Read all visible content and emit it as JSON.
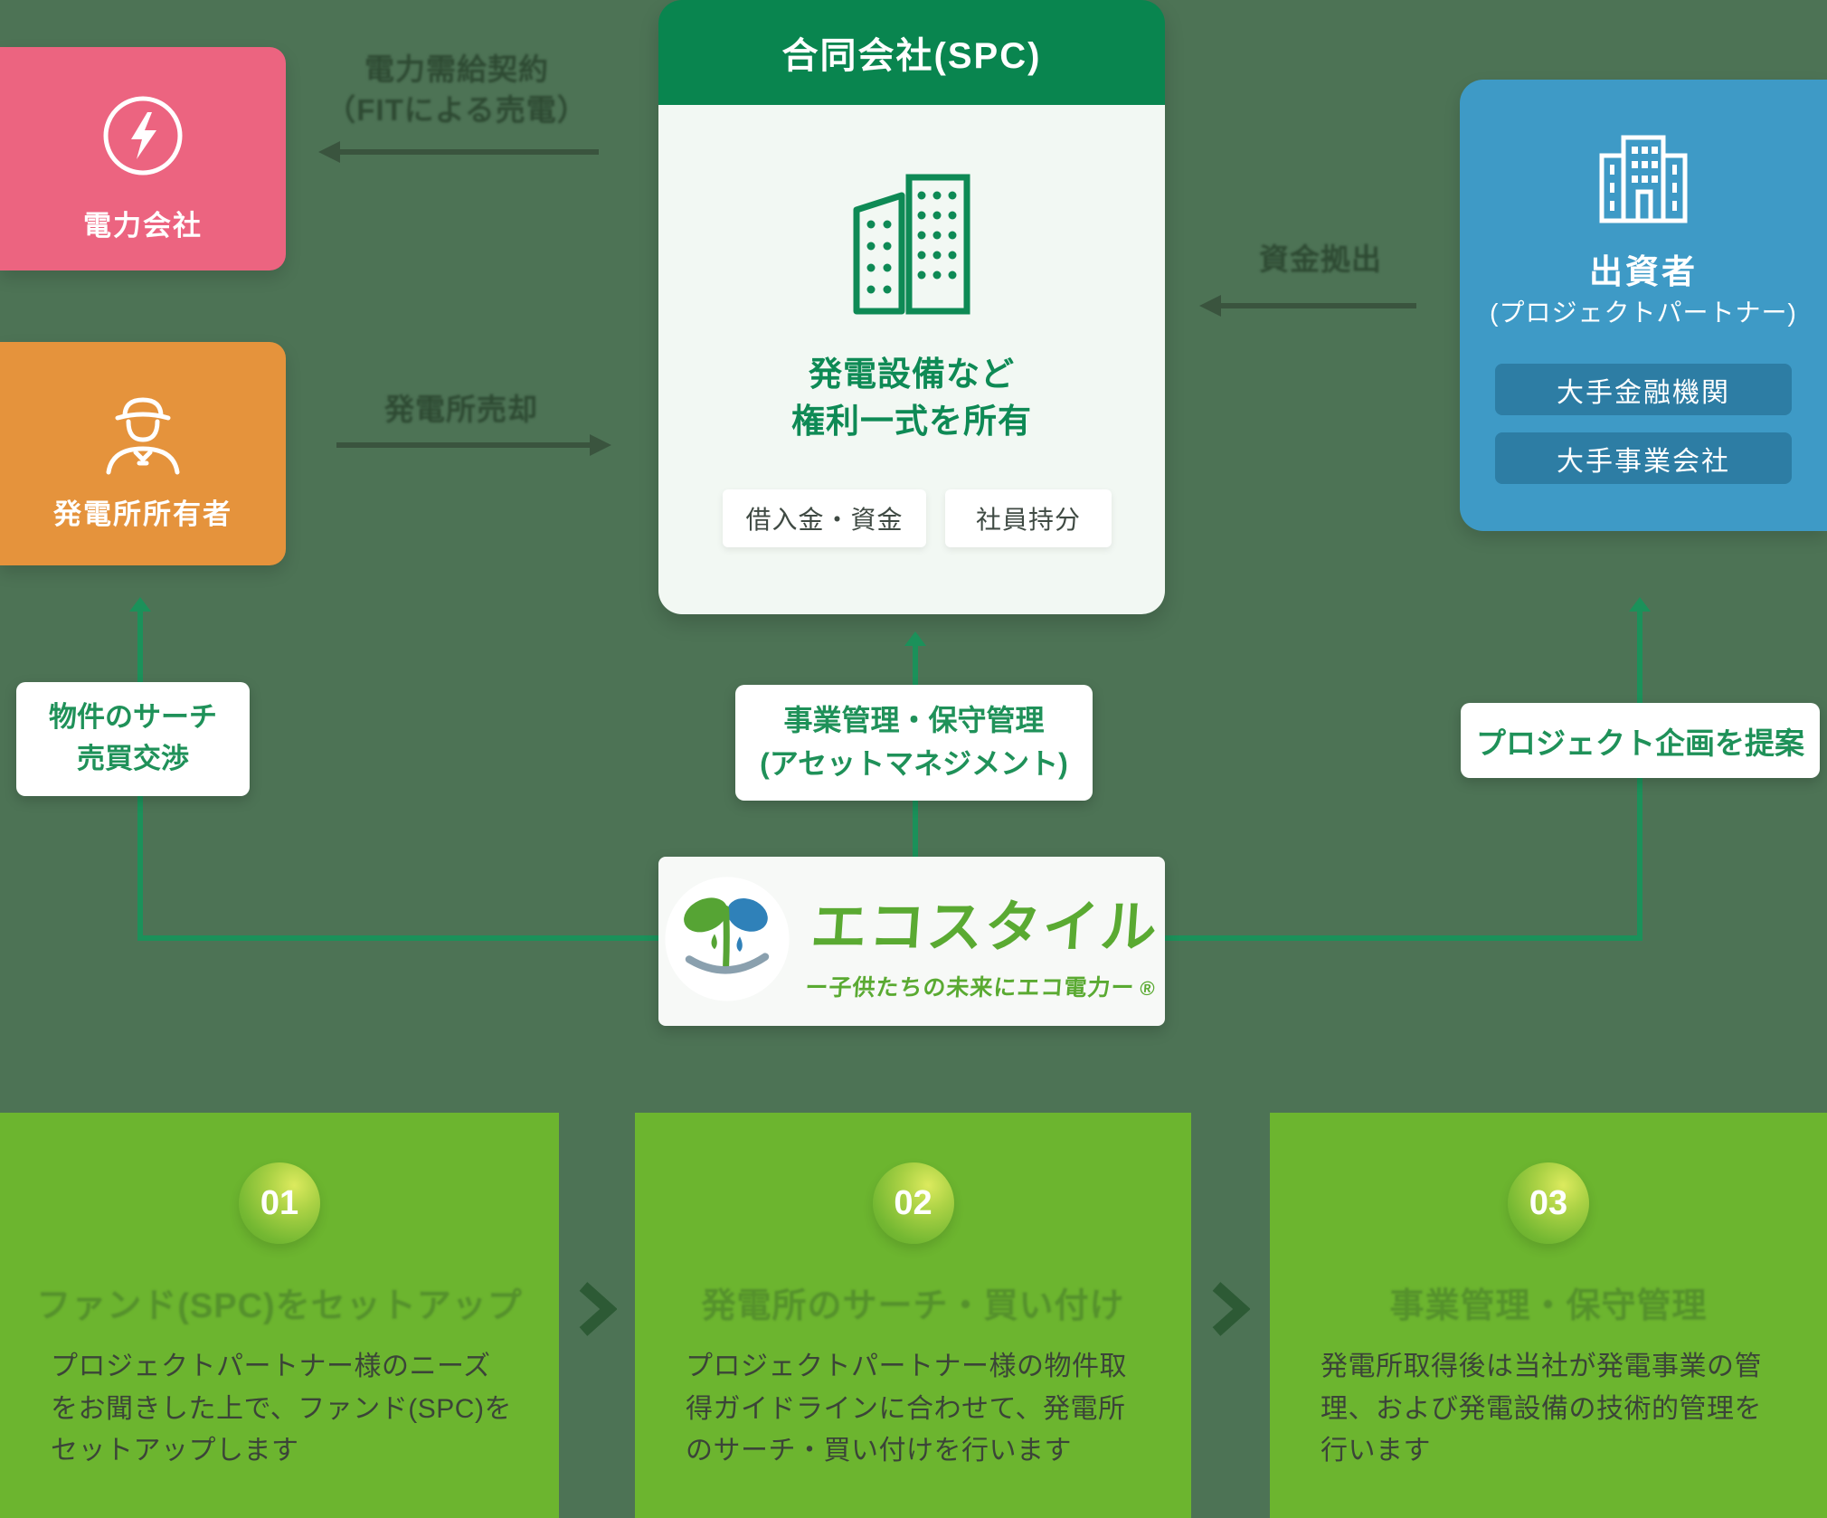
{
  "colors": {
    "page_bg": "#4d7355",
    "power_company_bg": "#ec6480",
    "plant_owner_bg": "#e5933c",
    "spc_header_bg": "#09854f",
    "spc_body_bg": "#f2f8f3",
    "spc_text_green": "#0e8a55",
    "investor_bg": "#3e9ac6",
    "investor_item_bg": "#2d7da4",
    "connector_green": "#1b915a",
    "arrow_dark": "#3a543e",
    "service_label_green": "#1f9159",
    "step_card_bg": "#6cb52f",
    "step_title_green": "#55912c",
    "step_body_text": "#3b4438",
    "logo_green": "#5aaa32",
    "logo_blue": "#2f81b9"
  },
  "entities": {
    "power_company": {
      "label": "電力会社",
      "icon": "lightning-icon"
    },
    "plant_owner": {
      "label": "発電所所有者",
      "icon": "worker-icon"
    },
    "spc": {
      "title": "合同会社(SPC)",
      "icon": "buildings-icon",
      "description_line1": "発電設備など",
      "description_line2": "権利一式を所有",
      "tags": [
        "借入金・資金",
        "社員持分"
      ]
    },
    "investor": {
      "label": "出資者",
      "sublabel": "(プロジェクトパートナー)",
      "icon": "office-building-icon",
      "members": [
        "大手金融機関",
        "大手事業会社"
      ]
    }
  },
  "flows": {
    "power_contract": {
      "line1": "電力需給契約",
      "line2": "（FITによる売電）",
      "direction": "spc-to-power-company"
    },
    "plant_sale": {
      "label": "発電所売却",
      "direction": "owner-to-spc"
    },
    "funding": {
      "label": "資金拠出",
      "direction": "investor-to-spc"
    }
  },
  "service_labels": {
    "left": {
      "line1": "物件のサーチ",
      "line2": "売買交渉"
    },
    "center": {
      "line1": "事業管理・保守管理",
      "line2": "(アセットマネジメント)"
    },
    "right": {
      "label": "プロジェクト企画を提案"
    }
  },
  "logo": {
    "name": "エコスタイル",
    "tagline": "ー子供たちの未来にエコ電力ー",
    "registered_mark": "®",
    "icon": "eco-logo-mark"
  },
  "steps": [
    {
      "number": "01",
      "title": "ファンド(SPC)をセットアップ",
      "body": "プロジェクトパートナー様のニーズをお聞きした上で、ファンド(SPC)をセットアップします"
    },
    {
      "number": "02",
      "title": "発電所のサーチ・買い付け",
      "body": "プロジェクトパートナー様の物件取得ガイドラインに合わせて、発電所のサーチ・買い付けを行います"
    },
    {
      "number": "03",
      "title": "事業管理・保守管理",
      "body": "発電所取得後は当社が発電事業の管理、および発電設備の技術的管理を行います"
    }
  ]
}
